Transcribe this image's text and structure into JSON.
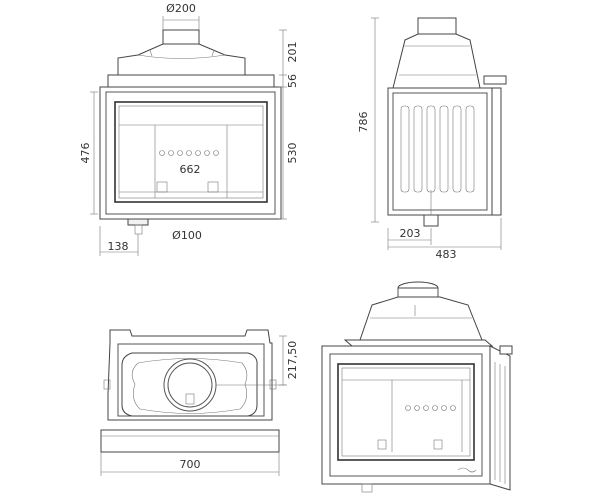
{
  "dimensions": {
    "flue_diameter_top": "Ø200",
    "height_top_section": "201",
    "height_band": "56",
    "height_body": "530",
    "height_opening": "476",
    "width_opening": "662",
    "bottom_diameter": "Ø100",
    "bottom_offset": "138",
    "total_height_side": "786",
    "side_depth_offset": "203",
    "side_total_depth": "483",
    "top_view_offset": "217,50",
    "total_width": "700"
  },
  "colors": {
    "line": "#555555",
    "text": "#333333",
    "background": "#ffffff"
  }
}
